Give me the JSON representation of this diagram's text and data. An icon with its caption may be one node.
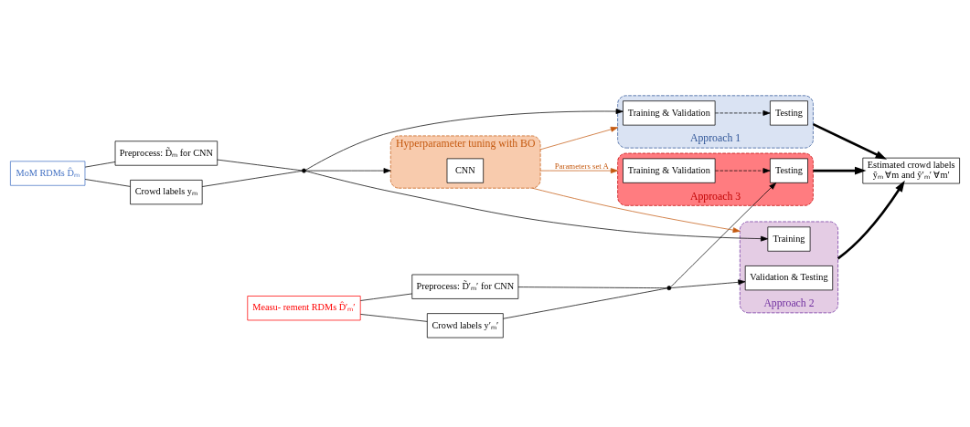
{
  "diagram": {
    "nodes": [
      {
        "text": [
          "MoM RDMs D̂ₘ"
        ]
      },
      {
        "text": [
          "Preprocess: D̃ₘ for CNN"
        ]
      },
      {
        "text": [
          "Crowd labels yₘ"
        ]
      },
      {
        "text": [
          "Measu- rement RDMs D̂′ₘ′"
        ]
      },
      {
        "text": [
          "Preprocess: D̃′ₘ′ for CNN"
        ]
      },
      {
        "text": [
          "Crowd labels y′ₘ′"
        ]
      },
      {
        "text": [],
        "shape": "dot"
      },
      {
        "text": [],
        "shape": "dot"
      },
      {
        "text": [
          "Hyperparameter tuning with BO"
        ]
      },
      {
        "text": [
          "CNN"
        ],
        "in": 8
      },
      {
        "text": [
          "Approach 1"
        ]
      },
      {
        "text": [
          "Training & Validation"
        ],
        "in": 10
      },
      {
        "text": [
          "Testing"
        ],
        "in": 10
      },
      {
        "text": [
          "Approach 2"
        ]
      },
      {
        "text": [
          "Training"
        ],
        "in": 13
      },
      {
        "text": [
          "Validation & Testing"
        ],
        "in": 13
      },
      {
        "text": [
          "Approach 3"
        ]
      },
      {
        "text": [
          "Training & Validation"
        ],
        "in": 16
      },
      {
        "text": [
          "Testing"
        ],
        "in": 16
      },
      {
        "text": [
          "Estimated crowd labels",
          "ŷₘ ∀m and ŷ′ₘ′ ∀m′"
        ]
      }
    ],
    "edges": [
      {
        "from": 0,
        "to": 1,
        "arrow": "none"
      },
      {
        "from": 0,
        "to": 2,
        "arrow": "none"
      },
      {
        "from": 1,
        "to": 6,
        "arrow": "none"
      },
      {
        "from": 2,
        "to": 6,
        "arrow": "none"
      },
      {
        "from": 3,
        "to": 4,
        "arrow": "none"
      },
      {
        "from": 3,
        "to": 5,
        "arrow": "none"
      },
      {
        "from": 4,
        "to": 7,
        "arrow": "none"
      },
      {
        "from": 5,
        "to": 7,
        "arrow": "none"
      },
      {
        "from": 6,
        "to": 8,
        "arrow": "to"
      },
      {
        "from": 6,
        "to": 11,
        "arrow": "to"
      },
      {
        "from": 6,
        "to": 14,
        "arrow": "to"
      },
      {
        "from": 7,
        "to": 15,
        "arrow": "to"
      },
      {
        "from": 7,
        "to": 18,
        "arrow": "to"
      },
      {
        "from": 8,
        "to": 10,
        "arrow": "to",
        "color": "#c55a11"
      },
      {
        "from": 8,
        "to": 13,
        "arrow": "to",
        "color": "#c55a11"
      },
      {
        "from": 8,
        "to": 16,
        "arrow": "to",
        "label": "Parameters set A",
        "color": "#c55a11"
      },
      {
        "from": 11,
        "to": 12,
        "arrow": "to",
        "style": "dashed"
      },
      {
        "from": 17,
        "to": 18,
        "arrow": "to",
        "style": "dashed"
      },
      {
        "from": 10,
        "to": 19,
        "arrow": "to",
        "style": "thick"
      },
      {
        "from": 13,
        "to": 19,
        "arrow": "to",
        "style": "thick"
      },
      {
        "from": 16,
        "to": 19,
        "arrow": "to",
        "style": "thick"
      }
    ]
  }
}
